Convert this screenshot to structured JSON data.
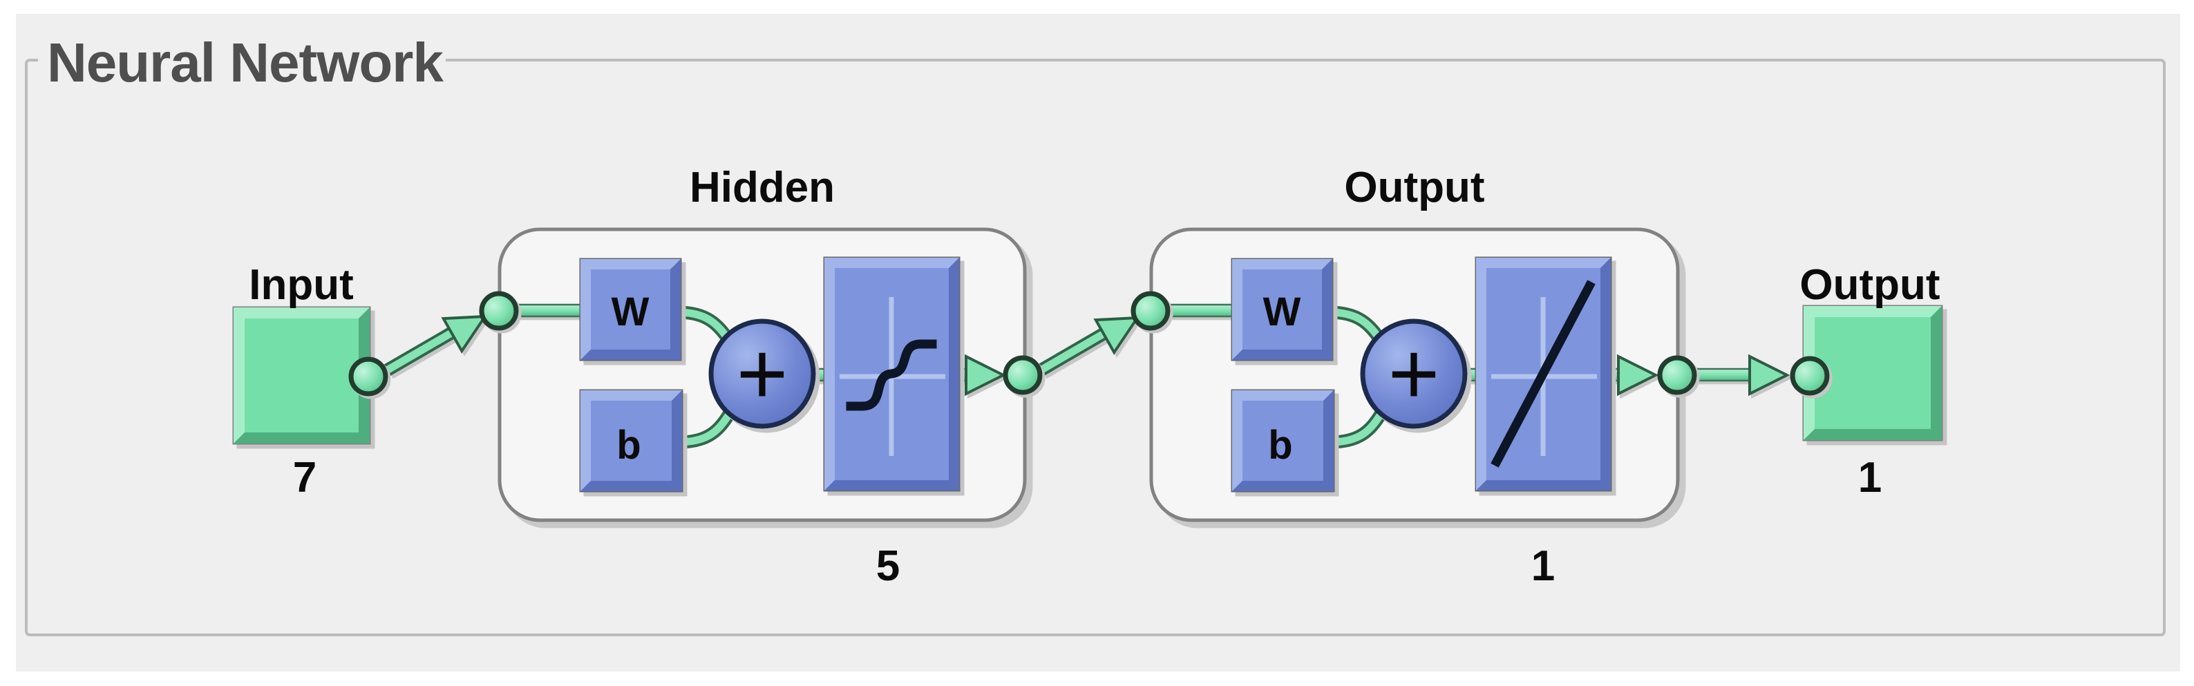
{
  "panel": {
    "title": "Neural Network"
  },
  "diagram": {
    "input": {
      "label": "Input",
      "size": "7"
    },
    "layers": [
      {
        "title": "Hidden",
        "weight_label": "W",
        "bias_label": "b",
        "sum_label": "+",
        "size": "5",
        "transfer_function": "tansig"
      },
      {
        "title": "Output",
        "weight_label": "W",
        "bias_label": "b",
        "sum_label": "+",
        "size": "1",
        "transfer_function": "purelin"
      }
    ],
    "output": {
      "label": "Output",
      "size": "1"
    },
    "colors": {
      "panel_background": "#efefef",
      "group_border": "#bcbcbc",
      "title_text": "#4f4f4f",
      "io_block_green": "#74dfa9",
      "io_block_green_light": "#a6eec9",
      "io_block_green_dark": "#4fae7e",
      "weight_block_blue": "#7e94dc",
      "weight_block_blue_light": "#a2b5ea",
      "weight_block_blue_dark": "#5a70bd",
      "connector_green": "#7adfac",
      "connector_outline": "#33664a",
      "sum_ellipse_blue": "#7288d5",
      "layer_box_fill": "#f6f6f6",
      "layer_box_border": "#828282",
      "label_text": "#0b0b0b"
    }
  }
}
